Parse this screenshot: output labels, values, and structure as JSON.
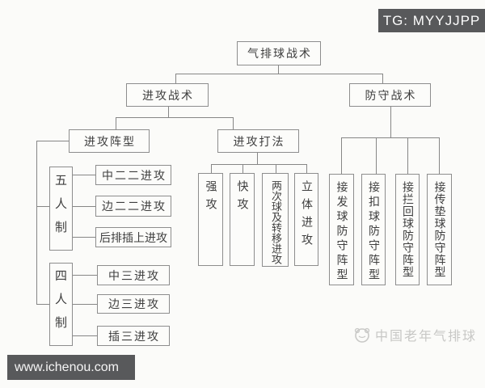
{
  "badge": {
    "label": "TG: MYYJJPP"
  },
  "footer": {
    "url": "www.ichenou.com"
  },
  "watermark": {
    "label": "中国老年气排球"
  },
  "diagram": {
    "root": "气排球战术",
    "attack": "进攻战术",
    "defense": "防守战术",
    "attack_formation": "进攻阵型",
    "attack_methods_title": "进攻打法",
    "five_player": "五人制",
    "four_player": "四人制",
    "five_player_items": [
      "中二二进攻",
      "边二二进攻",
      "后排插上进攻"
    ],
    "four_player_items": [
      "中三进攻",
      "边三进攻",
      "插三进攻"
    ],
    "attack_methods": [
      "强攻",
      "快攻",
      "两次球及转移进攻",
      "立体进攻"
    ],
    "defense_formations": [
      "接发球防守阵型",
      "接扣球防守阵型",
      "接拦回球防守阵型",
      "接传垫球防守阵型"
    ]
  },
  "colors": {
    "background": "#fbfbf9",
    "line": "#868686",
    "box_border": "#8d8d8d",
    "box_text": "#3e3e3e",
    "badge_bg": "#58595b",
    "badge_text": "#fdfdfd",
    "watermark_text": "#c7c7c5"
  }
}
